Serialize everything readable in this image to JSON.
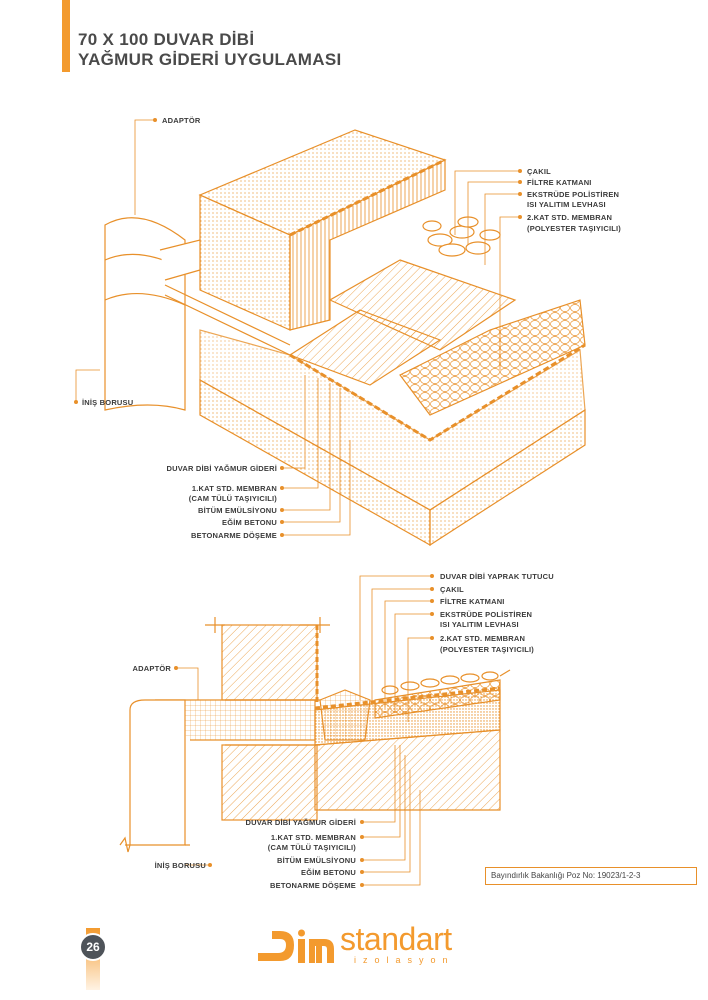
{
  "title": {
    "line1": "70 X 100 DUVAR DİBİ",
    "line2": "YAĞMUR GİDERİ UYGULAMASI"
  },
  "colors": {
    "accent": "#f39a2e",
    "line": "#e8902a",
    "text": "#3b3b3b"
  },
  "top_diagram": {
    "left_labels": {
      "adaptor": "ADAPTÖR",
      "inis_borusu": "İNİŞ BORUSU"
    },
    "right_labels": [
      "ÇAKIL",
      "FİLTRE KATMANI",
      "EKSTRÜDE POLİSTİREN",
      "ISI YALITIM LEVHASI",
      "2.KAT STD. MEMBRAN",
      "(POLYESTER TAŞIYICILI)"
    ],
    "bottom_labels": [
      "DUVAR DİBİ YAĞMUR GİDERİ",
      "1.KAT STD. MEMBRAN",
      "(CAM TÜLÜ TAŞIYICILI)",
      "BİTÜM EMÜLSİYONU",
      "EĞİM BETONU",
      "BETONARME DÖŞEME"
    ]
  },
  "section_diagram": {
    "left_labels": {
      "adaptor": "ADAPTÖR",
      "inis_borusu": "İNİŞ BORUSU"
    },
    "right_labels": [
      "DUVAR DİBİ YAPRAK TUTUCU",
      "ÇAKIL",
      "FİLTRE KATMANI",
      "EKSTRÜDE POLİSTİREN",
      "ISI YALITIM LEVHASI",
      "2.KAT STD. MEMBRAN",
      "(POLYESTER TAŞIYICILI)"
    ],
    "bottom_labels": [
      "DUVAR DİBİ YAĞMUR GİDERİ",
      "1.KAT STD. MEMBRAN",
      "(CAM TÜLÜ TAŞIYICILI)",
      "BİTÜM EMÜLSİYONU",
      "EĞİM BETONU",
      "BETONARME DÖŞEME"
    ]
  },
  "poz_note": "Bayındırlık Bakanlığı Poz No: 19023/1-2-3",
  "page_number": "26",
  "logo": {
    "word": "standart",
    "sub": "izolasyon"
  }
}
